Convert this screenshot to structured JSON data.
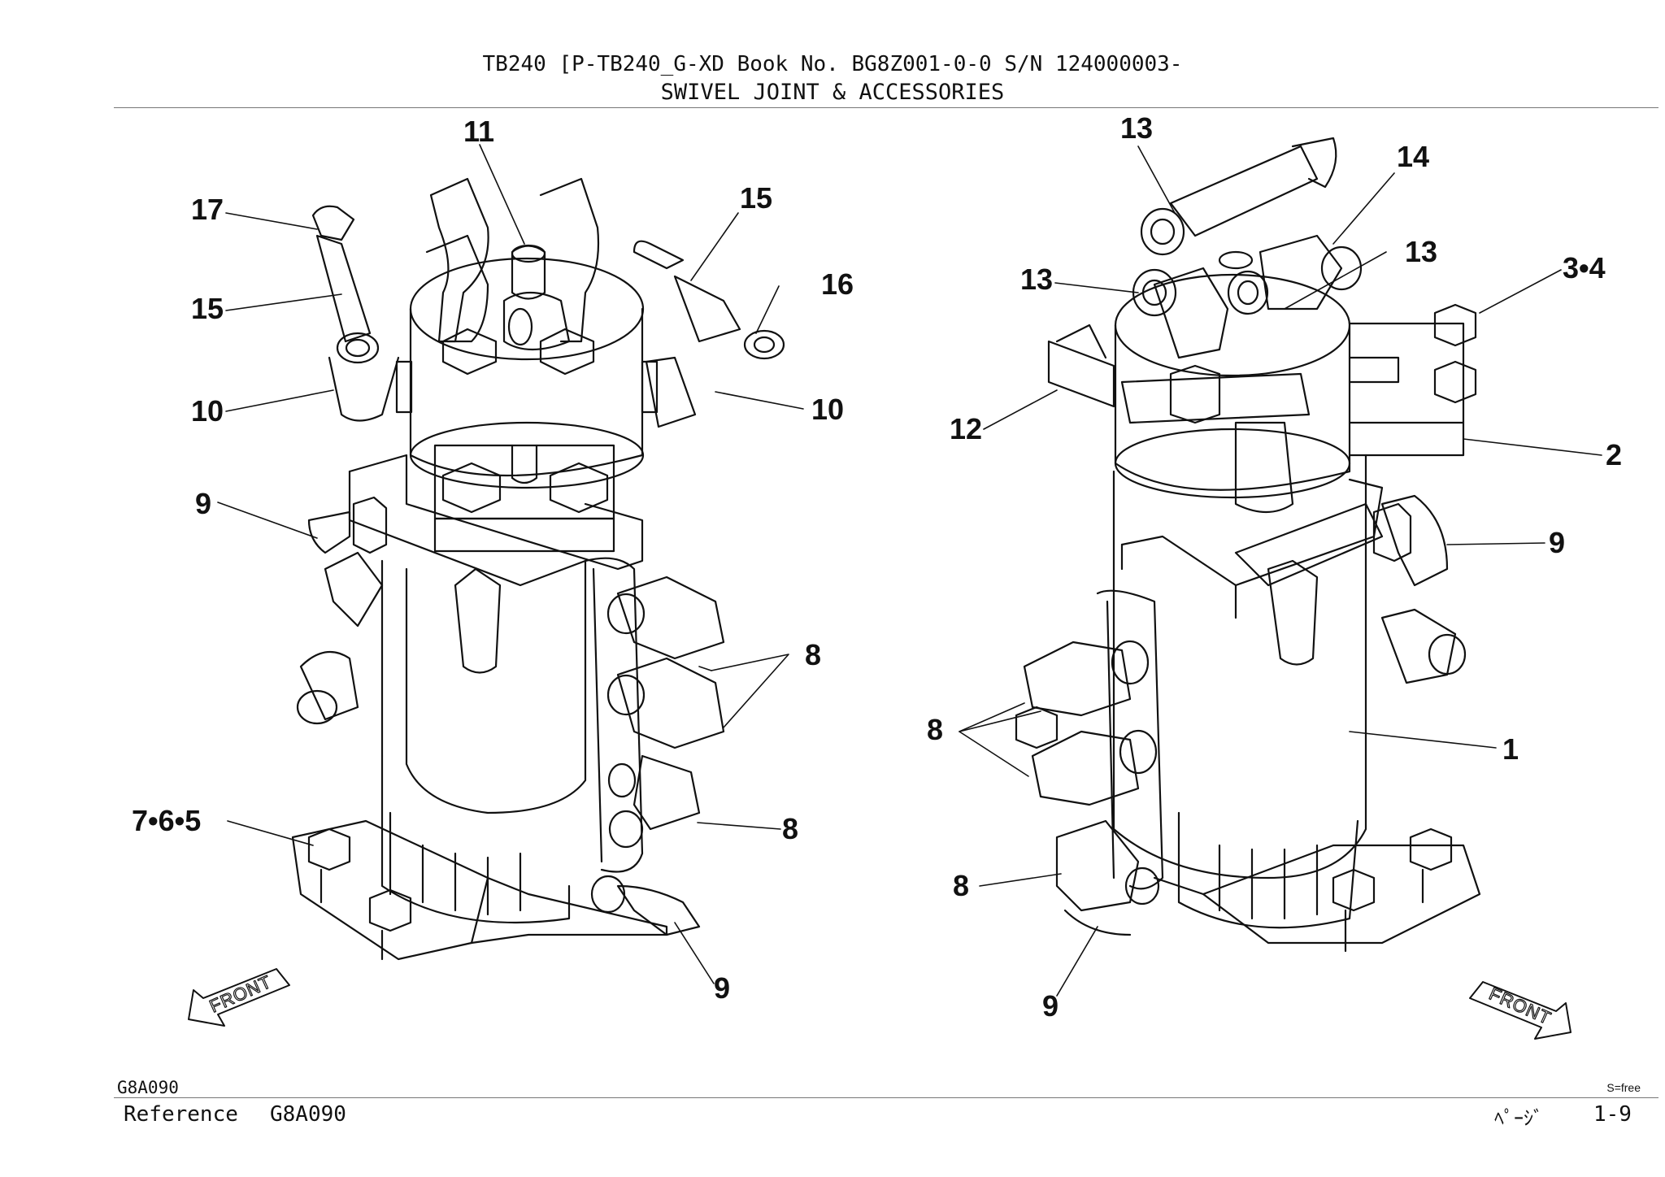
{
  "header": {
    "line1": "TB240  [P-TB240_G-XD  Book No. BG8Z001-0-0  S/N 124000003-",
    "line2": "SWIVEL JOINT & ACCESSORIES"
  },
  "left_view": {
    "callouts": [
      "11",
      "17",
      "15",
      "16",
      "15",
      "10",
      "10",
      "9",
      "8",
      "8",
      "7•6•5",
      "9"
    ],
    "front_label": "FRONT"
  },
  "right_view": {
    "callouts": [
      "13",
      "14",
      "13",
      "13",
      "3•4",
      "12",
      "2",
      "9",
      "8",
      "1",
      "8",
      "9"
    ],
    "front_label": "FRONT"
  },
  "footer": {
    "drawing_code": "G8A090",
    "scale": "S=free",
    "reference_label": "Reference",
    "reference_code": "G8A090",
    "page_label": "ﾍﾟｰｼﾞ",
    "page_number": "1-9"
  }
}
